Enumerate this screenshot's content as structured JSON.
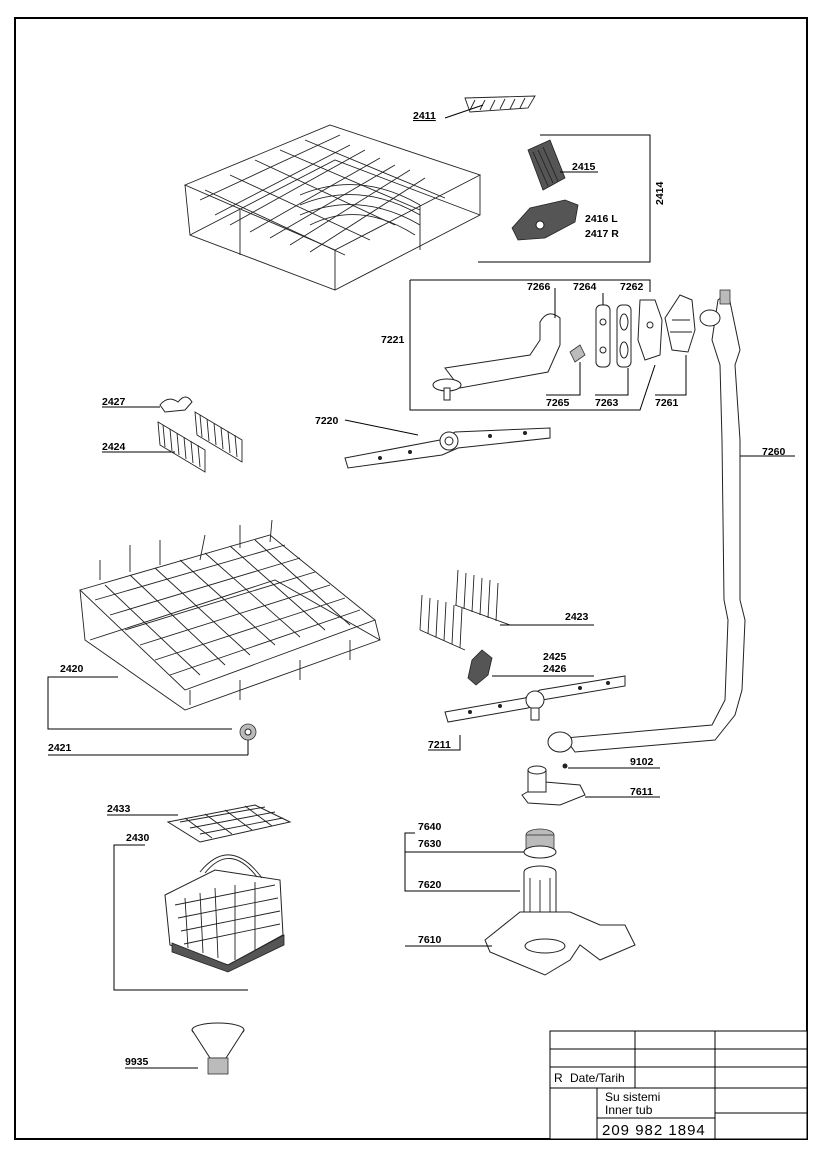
{
  "parts": {
    "p2411": "2411",
    "p2415": "2415",
    "p2414": "2414",
    "p2416": "2416 L",
    "p2417": "2417 R",
    "p7266": "7266",
    "p7264": "7264",
    "p7262": "7262",
    "p7221": "7221",
    "p7265": "7265",
    "p7263": "7263",
    "p7261": "7261",
    "p2427": "2427",
    "p2424": "2424",
    "p7220": "7220",
    "p7260": "7260",
    "p2423": "2423",
    "p2425": "2425",
    "p2426": "2426",
    "p2420": "2420",
    "p2421": "2421",
    "p7211": "7211",
    "p9102": "9102",
    "p7611": "7611",
    "p2433": "2433",
    "p2430": "2430",
    "p7640": "7640",
    "p7630": "7630",
    "p7620": "7620",
    "p7610": "7610",
    "p9935": "9935"
  },
  "title_block": {
    "revision_label": "R",
    "date_label": "Date/Tarih",
    "title_tr": "Su sistemi",
    "title_en": "Inner tub",
    "doc_number": "209 982 1894"
  }
}
